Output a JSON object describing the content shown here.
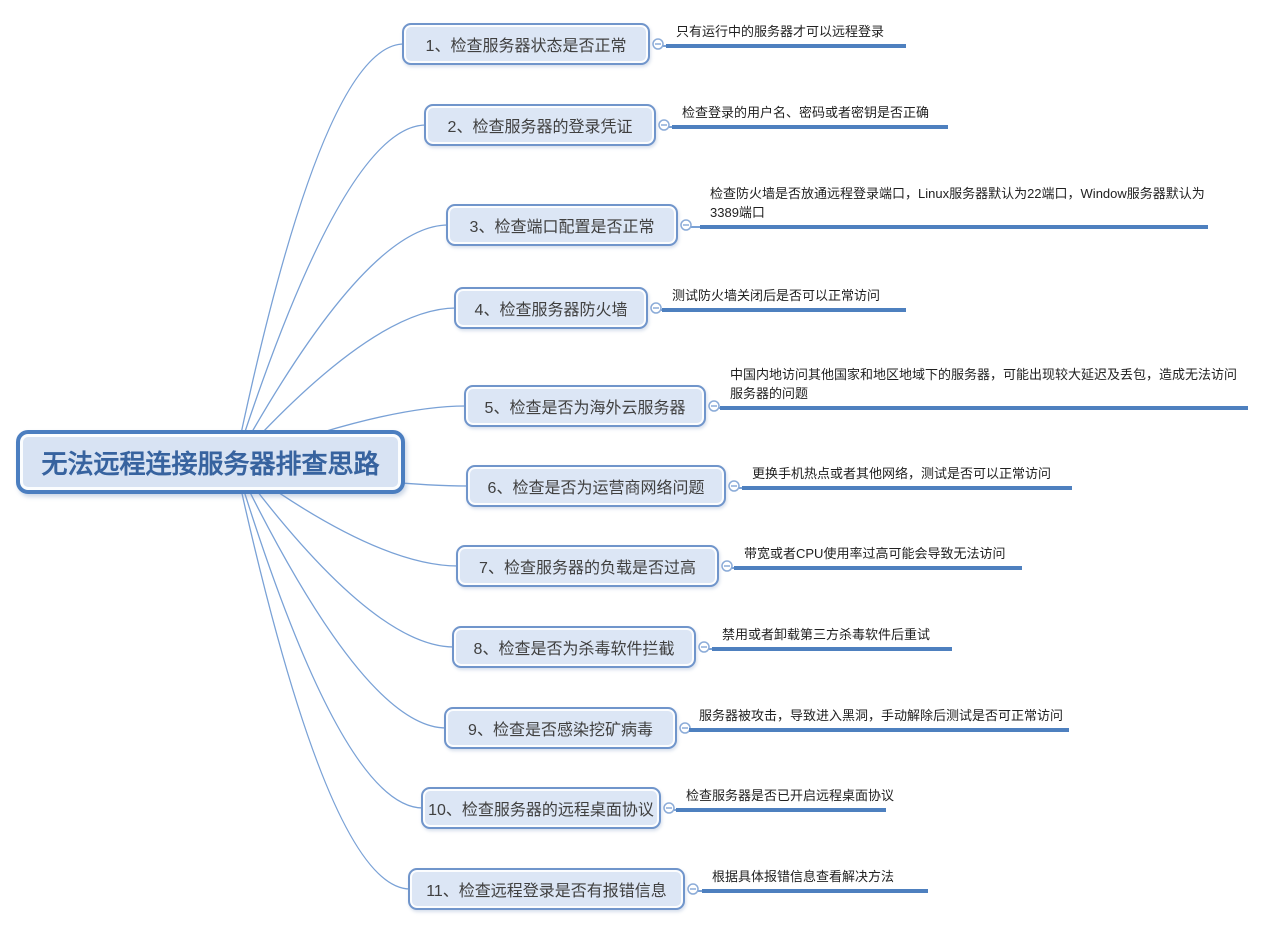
{
  "root": {
    "label": "无法远程连接服务器排查思路"
  },
  "branches": [
    {
      "topic": "1、检查服务器状态是否正常",
      "note": "只有运行中的服务器才可以远程登录"
    },
    {
      "topic": "2、检查服务器的登录凭证",
      "note": "检查登录的用户名、密码或者密钥是否正确"
    },
    {
      "topic": "3、检查端口配置是否正常",
      "note": "检查防火墙是否放通远程登录端口，Linux服务器默认为22端口，Window服务器默认为3389端口"
    },
    {
      "topic": "4、检查服务器防火墙",
      "note": "测试防火墙关闭后是否可以正常访问"
    },
    {
      "topic": "5、检查是否为海外云服务器",
      "note": "中国内地访问其他国家和地区地域下的服务器，可能出现较大延迟及丢包，造成无法访问服务器的问题"
    },
    {
      "topic": "6、检查是否为运营商网络问题",
      "note": "更换手机热点或者其他网络，测试是否可以正常访问"
    },
    {
      "topic": "7、检查服务器的负载是否过高",
      "note": "带宽或者CPU使用率过高可能会导致无法访问"
    },
    {
      "topic": "8、检查是否为杀毒软件拦截",
      "note": "禁用或者卸载第三方杀毒软件后重试"
    },
    {
      "topic": "9、检查是否感染挖矿病毒",
      "note": "服务器被攻击，导致进入黑洞，手动解除后测试是否可正常访问"
    },
    {
      "topic": "10、检查服务器的远程桌面协议",
      "note": "检查服务器是否已开启远程桌面协议"
    },
    {
      "topic": "11、检查远程登录是否有报错信息",
      "note": "根据具体报错信息查看解决方法"
    }
  ],
  "colors": {
    "accent_underline": "#4e80bf",
    "connector_line": "#79a1d6",
    "node_border": "#7095cb",
    "node_fill": "#dce6f5",
    "root_border": "#4b7ec0",
    "root_fill": "#d8e3f3",
    "root_text": "#37639f",
    "topic_text": "#404040"
  }
}
